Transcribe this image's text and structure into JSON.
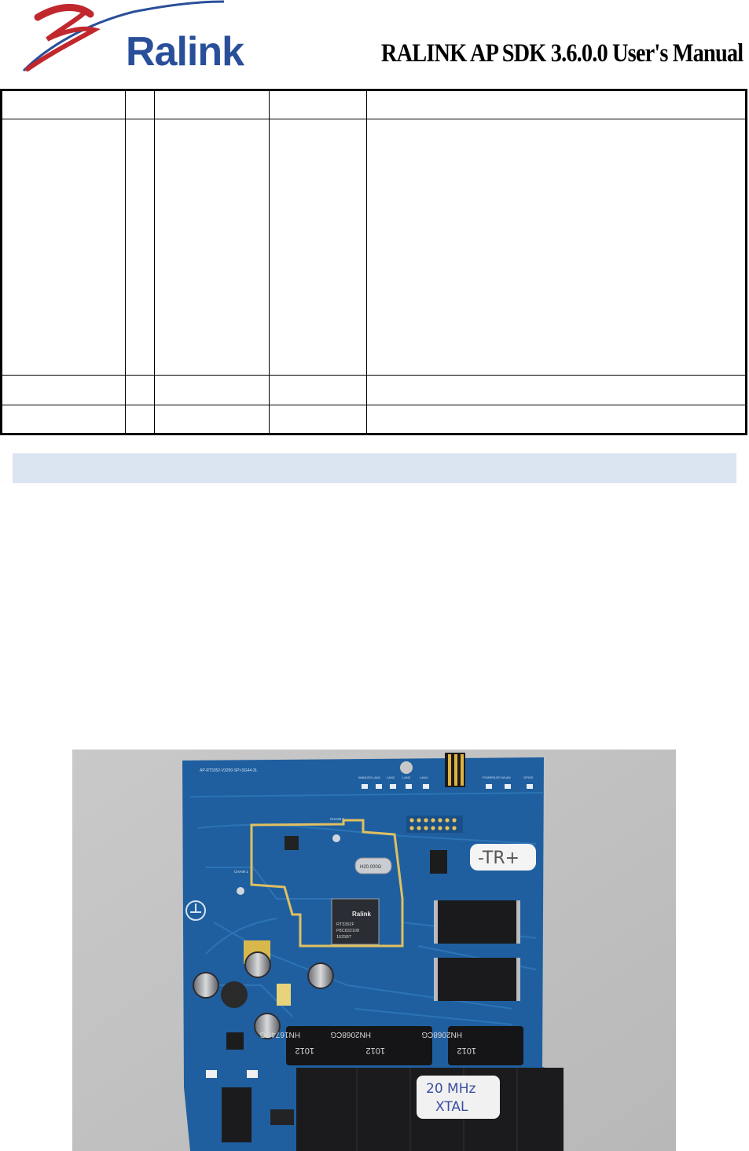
{
  "header": {
    "brand": "Ralink",
    "manual_title": "RALINK AP SDK 3.6.0.0 User's Manual"
  },
  "table": {
    "row_heights": [
      37,
      326,
      38,
      37
    ],
    "col_widths": [
      158,
      36,
      147,
      124,
      486
    ]
  },
  "photo": {
    "board_label": "AP-RT3352-V3250-SPI-SG44-3L",
    "chip_brand": "Ralink",
    "chip_model": "RT3352F",
    "chip_lot": "P8C832108",
    "chip_code": "1625BT",
    "crystal_label": "H20.000G",
    "chain0": "CHAIN 0",
    "chain1": "CHAIN 1",
    "led_labels": [
      "WANLED",
      "LAN1",
      "LAN2",
      "LAN3",
      "LAN4",
      "POWERLED",
      "WLAN",
      "GPIO0"
    ],
    "transformers": [
      {
        "top": "HN1674CG",
        "bottom": "1012"
      },
      {
        "top": "HN2068CG",
        "bottom": "1012"
      },
      {
        "top": "HN2068CG",
        "bottom": "1012"
      }
    ],
    "sticker_tr": "-TR+",
    "sticker_xtal_1": "20 MHz",
    "sticker_xtal_2": "XTAL",
    "colors": {
      "pcb": "#1f5fa0",
      "trace": "#2d78b8",
      "gold": "#e0c060"
    }
  }
}
